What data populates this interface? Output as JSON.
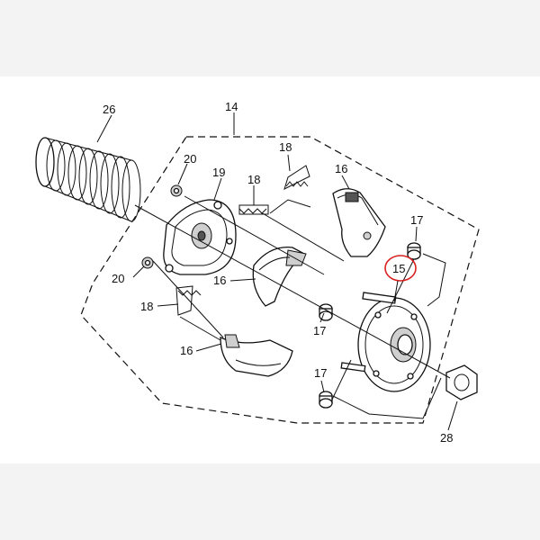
{
  "callouts": {
    "p26": "26",
    "p14": "14",
    "p18a": "18",
    "p20a": "20",
    "p19": "19",
    "p18b": "18",
    "p16a": "16",
    "p17a": "17",
    "p15": "15",
    "p20b": "20",
    "p16b": "16",
    "p18c": "18",
    "p17b": "17",
    "p16c": "16",
    "p17c": "17",
    "p28": "28"
  },
  "highlight": {
    "color": "#d92020",
    "target": "15"
  }
}
